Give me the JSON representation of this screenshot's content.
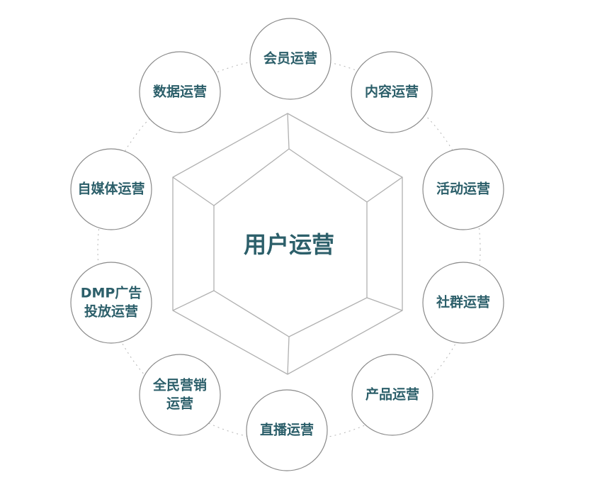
{
  "center": {
    "label": "用户运营"
  },
  "nodes": [
    {
      "id": "member",
      "lines": [
        "会员运营"
      ]
    },
    {
      "id": "content",
      "lines": [
        "内容运营"
      ]
    },
    {
      "id": "activity",
      "lines": [
        "活动运营"
      ]
    },
    {
      "id": "community",
      "lines": [
        "社群运营"
      ]
    },
    {
      "id": "product",
      "lines": [
        "产品运营"
      ]
    },
    {
      "id": "livestream",
      "lines": [
        "直播运营"
      ]
    },
    {
      "id": "allpeople",
      "lines": [
        "全民营销",
        "运营"
      ]
    },
    {
      "id": "dmp",
      "lines": [
        "DMP广告",
        "投放运营"
      ]
    },
    {
      "id": "selfmedia",
      "lines": [
        "自媒体运营"
      ]
    },
    {
      "id": "data",
      "lines": [
        "数据运营"
      ]
    }
  ],
  "colors": {
    "text": "#2c5f6a",
    "circle_border": "#8a8a8a",
    "hex_line": "#b0b0b0"
  }
}
